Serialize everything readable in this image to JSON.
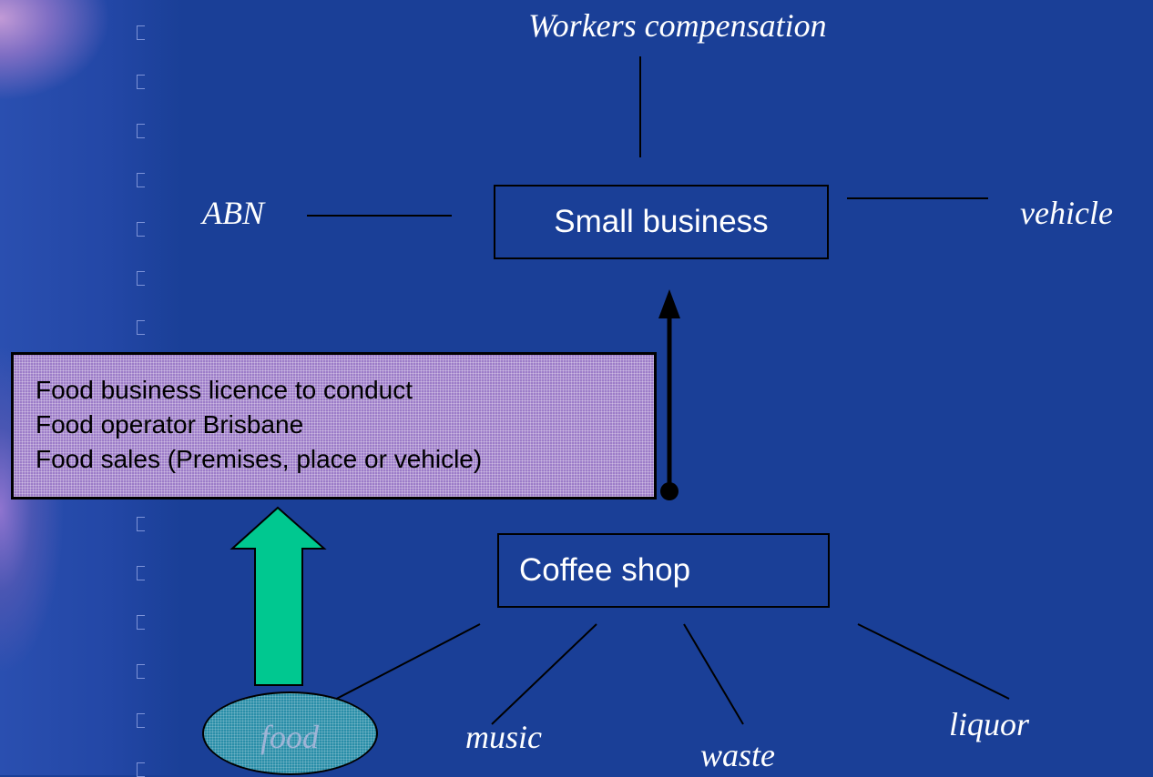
{
  "center_node": "Small business",
  "coffee_node": "Coffee shop",
  "top_label": "Workers compensation",
  "left_label": "ABN",
  "right_label": "vehicle",
  "licences": [
    "Food business licence to conduct",
    "Food operator Brisbane",
    "Food sales (Premises, place or vehicle)"
  ],
  "coffee_branches": {
    "food": "food",
    "music": "music",
    "waste": "waste",
    "liquor": "liquor"
  },
  "colors": {
    "background": "#1a3f97",
    "licence_box": "#9c7cc8",
    "green_arrow": "#00c890",
    "food_ellipse": "#2a8ea8"
  }
}
